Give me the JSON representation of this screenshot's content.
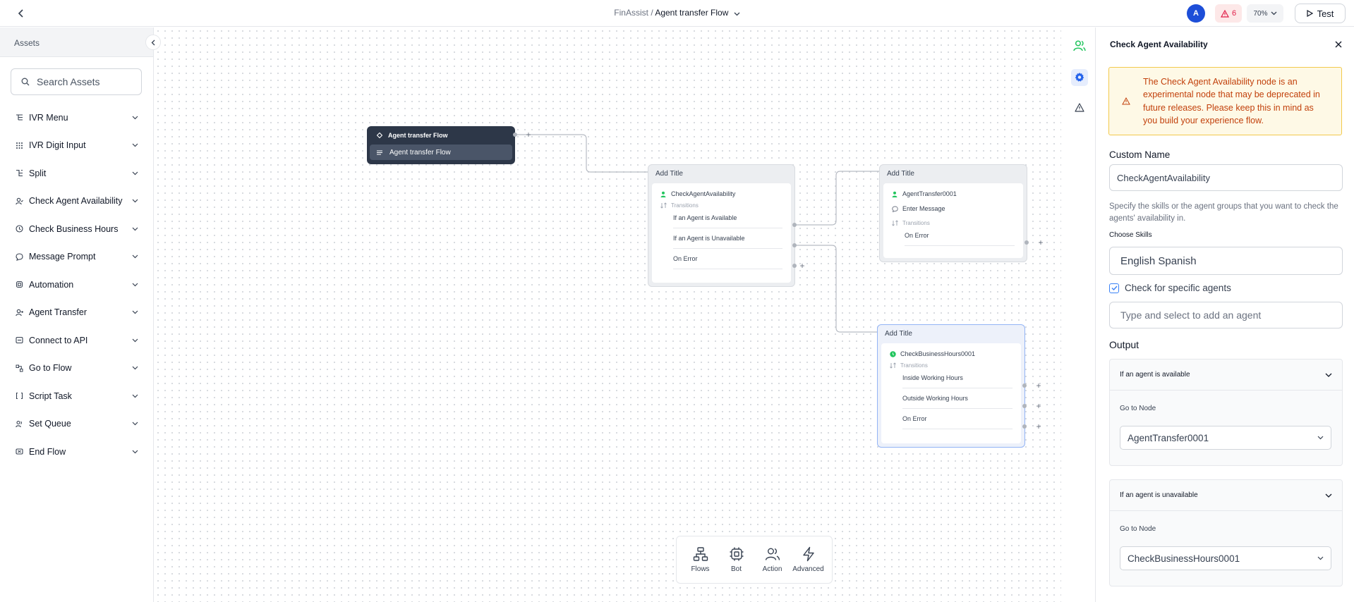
{
  "topbar": {
    "breadcrumb_app": "FinAssist",
    "breadcrumb_sep": "/",
    "breadcrumb_flow": "Agent transfer Flow",
    "avatar_initial": "A",
    "warnings_count": "6",
    "zoom": "70%",
    "test_label": "Test"
  },
  "assets": {
    "title": "Assets",
    "search_placeholder": "Search Assets",
    "items": [
      {
        "label": "IVR Menu",
        "icon": "ivr-menu-icon"
      },
      {
        "label": "IVR Digit Input",
        "icon": "keypad-icon"
      },
      {
        "label": "Split",
        "icon": "split-icon"
      },
      {
        "label": "Check Agent Availability",
        "icon": "agent-check-icon"
      },
      {
        "label": "Check Business Hours",
        "icon": "clock-icon"
      },
      {
        "label": "Message Prompt",
        "icon": "message-icon"
      },
      {
        "label": "Automation",
        "icon": "bot-icon"
      },
      {
        "label": "Agent Transfer",
        "icon": "agent-transfer-icon"
      },
      {
        "label": "Connect to API",
        "icon": "api-icon"
      },
      {
        "label": "Go to Flow",
        "icon": "flow-icon"
      },
      {
        "label": "Script Task",
        "icon": "brackets-icon"
      },
      {
        "label": "Set Queue",
        "icon": "queue-icon"
      },
      {
        "label": "End Flow",
        "icon": "end-flow-icon"
      }
    ]
  },
  "canvas": {
    "start_node": {
      "header": "Agent transfer Flow",
      "body": "Agent transfer Flow"
    },
    "check_agent_node": {
      "title": "Add Title",
      "name": "CheckAgentAvailability",
      "transitions_label": "Transitions",
      "transitions": [
        "If an Agent is Available",
        "If an Agent is Unavailable",
        "On Error"
      ]
    },
    "agent_transfer_node": {
      "title": "Add Title",
      "name": "AgentTransfer0001",
      "message": "Enter Message",
      "transitions_label": "Transitions",
      "transitions": [
        "On Error"
      ]
    },
    "business_hours_node": {
      "title": "Add Title",
      "name": "CheckBusinessHours0001",
      "transitions_label": "Transitions",
      "transitions": [
        "Inside Working Hours",
        "Outside Working Hours",
        "On Error"
      ]
    },
    "plus": "+",
    "toolbox": [
      {
        "label": "Flows",
        "icon": "flows-icon"
      },
      {
        "label": "Bot",
        "icon": "bot-chip-icon"
      },
      {
        "label": "Action",
        "icon": "users-icon"
      },
      {
        "label": "Advanced",
        "icon": "lightning-icon"
      }
    ]
  },
  "panel": {
    "title": "Check Agent Availability",
    "notice": "The Check Agent Availability node is an experimental node that may be deprecated in future releases. Please keep this in mind as you build your experience flow.",
    "custom_name_label": "Custom Name",
    "custom_name_value": "CheckAgentAvailability",
    "hint": "Specify the skills or the agent groups that you want to check the agents' availability in.",
    "skills_label": "Choose Skills",
    "skills_value": "English Spanish",
    "check_specific_label": "Check for specific agents",
    "check_specific_checked": true,
    "agent_placeholder": "Type and select to add an agent",
    "output_label": "Output",
    "outputs": [
      {
        "title": "If an agent is available",
        "goto_label": "Go to Node",
        "goto_value": "AgentTransfer0001"
      },
      {
        "title": "If an agent is unavailable",
        "goto_label": "Go to Node",
        "goto_value": "CheckBusinessHours0001"
      }
    ]
  },
  "colors": {
    "accent": "#3b82f6",
    "agent_icon_green": "#22c55e",
    "warning_text": "#c2410c",
    "warning_bg": "#fef9e6",
    "start_node_bg": "#2d3748"
  }
}
